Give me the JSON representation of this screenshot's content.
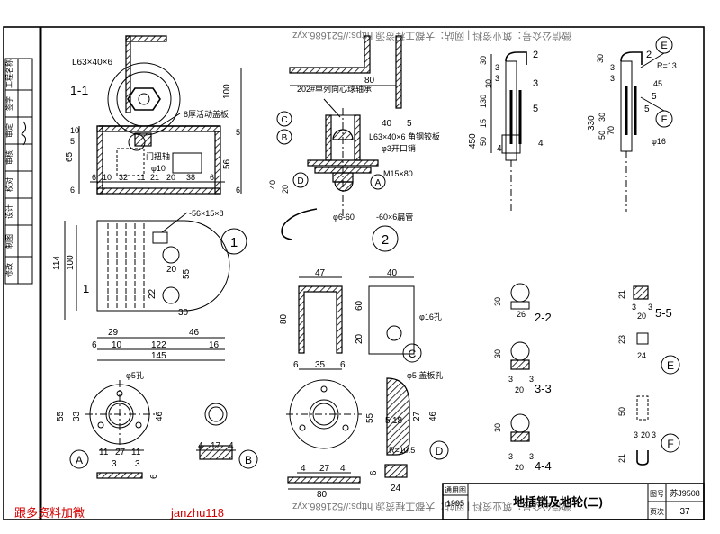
{
  "watermark_top": "微信公众号：筑业资料 | 网站：大都工程资源 https://521686.xyz",
  "watermark_bottom": "微信公众号：筑业资料 | 网站：大都工程资源 https://521686.xyz",
  "corner_red": "跟多资料加微",
  "corner_id": "janzhu118",
  "left_strip": [
    "工程名称",
    "签字",
    "审定",
    "审核",
    "校对",
    "设计",
    "制图",
    "修改"
  ],
  "title_block": {
    "label_tongyong": "通用图",
    "year": "1995",
    "title": "地插销及地轮(二)",
    "label_tuhao": "图号",
    "tuhao": "苏J9508",
    "label_yeci": "页次",
    "yeci": "37"
  },
  "section_1_1": {
    "label": "1-1",
    "steel": "L63×40×6",
    "note_plate": "8厚活动盖板",
    "note_handle": "门扭轴",
    "dim_phi": "φ10",
    "dims_right": [
      "100",
      "5",
      "56",
      "6"
    ],
    "dims_left": [
      "10",
      "65",
      "6",
      "5"
    ],
    "dims_bottom": [
      "6",
      "10",
      "32",
      "11",
      "21",
      "20",
      "38",
      "6"
    ]
  },
  "detail_2": {
    "bearing": "202#单列向心球轴承",
    "steel": "L63×40×6 角钢铰板",
    "pin": "φ3开口销",
    "bolt": "M15×80",
    "pipe": "φ6-60",
    "tube": "-60×6扁管",
    "dims": [
      "80",
      "40",
      "5",
      "40",
      "20"
    ],
    "labels": [
      "C",
      "B",
      "D",
      "A"
    ],
    "circle_no": "2"
  },
  "detail_1": {
    "plate": "-56×15×8",
    "circle_no": "1",
    "label_1": "1",
    "dims_left": [
      "114",
      "100"
    ],
    "dims_mid": [
      "20",
      "55",
      "22",
      "30"
    ],
    "dims_bottom": [
      "29",
      "46",
      "6",
      "10",
      "122",
      "16",
      "145"
    ]
  },
  "detail_C": {
    "label": "C",
    "dims": [
      "47",
      "40",
      "80",
      "60",
      "20",
      "6",
      "35",
      "6"
    ],
    "hole": "φ16孔"
  },
  "detail_A": {
    "label": "A",
    "hole": "φ5孔",
    "dims": [
      "55",
      "33",
      "46",
      "11",
      "27",
      "11",
      "3",
      "6",
      "3"
    ]
  },
  "detail_B": {
    "label": "B",
    "dims": [
      "4",
      "17",
      "4"
    ]
  },
  "detail_D": {
    "label": "D",
    "hole": "φ5 盖板孔",
    "radius": "R=10.5",
    "dims": [
      "55",
      "5",
      "18",
      "27",
      "46",
      "4",
      "27",
      "4",
      "80",
      "24",
      "6"
    ]
  },
  "detail_E_F_left": {
    "dims_top": [
      "30",
      "3",
      "3",
      "2"
    ],
    "dims_side": [
      "130",
      "15",
      "50",
      "450",
      "3",
      "5",
      "30",
      "4",
      "4"
    ],
    "labels": [
      "E",
      "F"
    ]
  },
  "detail_E_F_right": {
    "R": "R=13",
    "dims": [
      "30",
      "3",
      "3",
      "2",
      "45",
      "5",
      "5",
      "330",
      "30",
      "50",
      "70",
      "φ16"
    ],
    "labels": [
      "E",
      "F"
    ]
  },
  "sections": {
    "s22": "2-2",
    "s33": "3-3",
    "s44": "4-4",
    "s55": "5-5",
    "d22": [
      "30",
      "26"
    ],
    "d33": [
      "30",
      "3",
      "20",
      "3"
    ],
    "d44": [
      "30",
      "3",
      "20",
      "3"
    ],
    "d55": [
      "21",
      "3",
      "20",
      "3"
    ],
    "dE": [
      "23",
      "24"
    ],
    "dF": [
      "50",
      "21",
      "3",
      "20",
      "3"
    ],
    "labels": [
      "E",
      "F"
    ]
  }
}
